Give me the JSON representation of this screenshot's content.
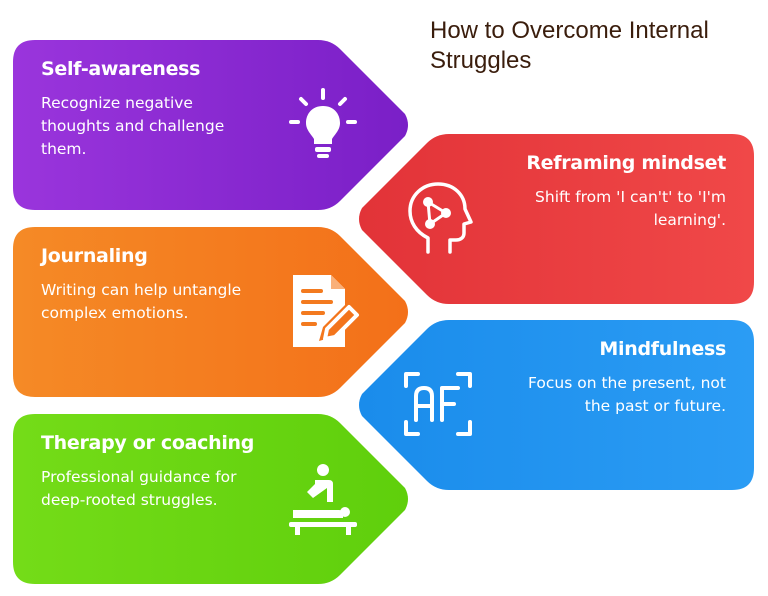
{
  "title": "How to Overcome Internal Struggles",
  "steps": [
    {
      "heading": "Self-awareness",
      "description": "Recognize negative thoughts and challenge them.",
      "icon": "lightbulb-icon",
      "color": "#8e2ad6"
    },
    {
      "heading": "Reframing mindset",
      "description": "Shift from 'I can't' to 'I'm learning'.",
      "icon": "head-brain-icon",
      "color": "#ea3a3e"
    },
    {
      "heading": "Journaling",
      "description": "Writing can help untangle complex emotions.",
      "icon": "document-edit-icon",
      "color": "#f57c1f"
    },
    {
      "heading": "Mindfulness",
      "description": "Focus on the present, not the past or future.",
      "icon": "autofocus-icon",
      "color": "#1e90f0"
    },
    {
      "heading": "Therapy or coaching",
      "description": "Professional guidance for deep-rooted struggles.",
      "icon": "massage-therapy-icon",
      "color": "#69d612"
    }
  ]
}
